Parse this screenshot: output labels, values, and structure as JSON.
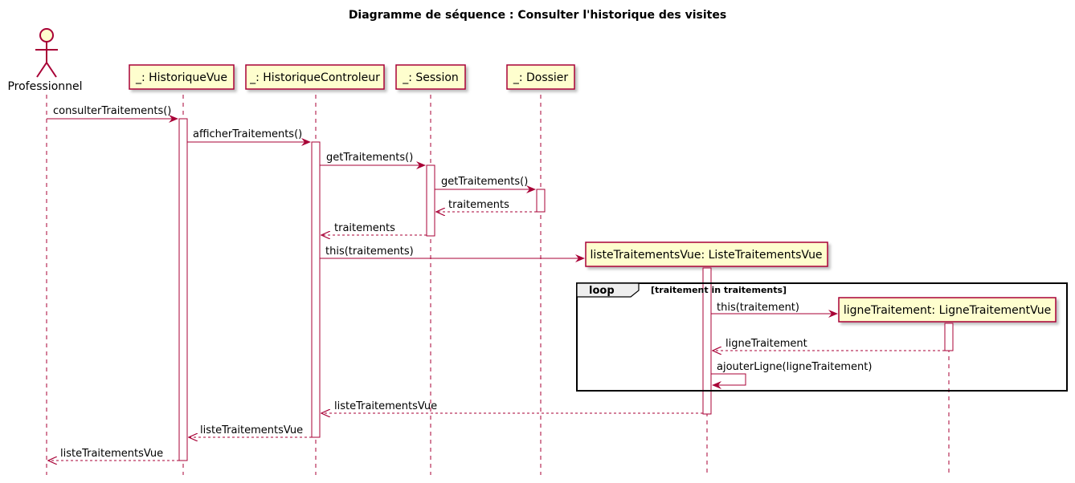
{
  "diagram": {
    "title": "Diagramme de séquence : Consulter l'historique des visites",
    "actor": {
      "label": "Professionnel"
    },
    "participants": [
      {
        "id": "hv",
        "label": "_: HistoriqueVue"
      },
      {
        "id": "hc",
        "label": "_: HistoriqueControleur"
      },
      {
        "id": "se",
        "label": "_: Session"
      },
      {
        "id": "do",
        "label": "_: Dossier"
      }
    ],
    "created": [
      {
        "id": "ltv",
        "label": "listeTraitementsVue: ListeTraitementsVue"
      },
      {
        "id": "lt",
        "label": "ligneTraitement: LigneTraitementVue"
      }
    ],
    "messages": [
      {
        "label": "consulterTraitements()",
        "from": "actor",
        "to": "hv",
        "kind": "sync"
      },
      {
        "label": "afficherTraitements()",
        "from": "hv",
        "to": "hc",
        "kind": "sync"
      },
      {
        "label": "getTraitements()",
        "from": "hc",
        "to": "se",
        "kind": "sync"
      },
      {
        "label": "getTraitements()",
        "from": "se",
        "to": "do",
        "kind": "sync"
      },
      {
        "label": "traitements",
        "from": "do",
        "to": "se",
        "kind": "return"
      },
      {
        "label": "traitements",
        "from": "se",
        "to": "hc",
        "kind": "return"
      },
      {
        "label": "this(traitements)",
        "from": "hc",
        "to": "ltv",
        "kind": "create"
      },
      {
        "label": "this(traitement)",
        "from": "ltv",
        "to": "lt",
        "kind": "create"
      },
      {
        "label": "ligneTraitement",
        "from": "lt",
        "to": "ltv",
        "kind": "return"
      },
      {
        "label": "ajouterLigne(ligneTraitement)",
        "from": "ltv",
        "to": "ltv",
        "kind": "self"
      },
      {
        "label": "listeTraitementsVue",
        "from": "ltv",
        "to": "hc",
        "kind": "return"
      },
      {
        "label": "listeTraitementsVue",
        "from": "hc",
        "to": "hv",
        "kind": "return"
      },
      {
        "label": "listeTraitementsVue",
        "from": "hv",
        "to": "actor",
        "kind": "return"
      }
    ],
    "loop": {
      "keyword": "loop",
      "condition": "[traitement in traitements]"
    },
    "colors": {
      "participant_fill": "#FEFECE",
      "participant_border": "#A80036",
      "arrow": "#A80036",
      "lifeline": "#A80036",
      "frame": "#000000"
    }
  }
}
